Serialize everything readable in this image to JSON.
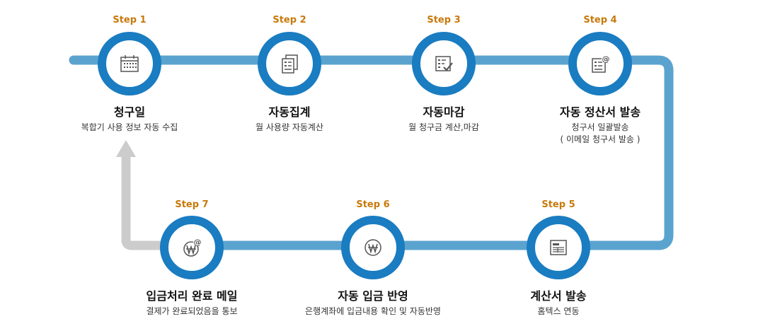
{
  "steps": [
    {
      "step": "Step 1",
      "title": "청구일",
      "desc": [
        "복합기 사용 정보 자동 수집"
      ],
      "icon": "calendar-icon"
    },
    {
      "step": "Step 2",
      "title": "자동집계",
      "desc": [
        "월 사용량 자동계산"
      ],
      "icon": "documents-icon"
    },
    {
      "step": "Step 3",
      "title": "자동마감",
      "desc": [
        "월 청구금 계산,마감"
      ],
      "icon": "checklist-icon"
    },
    {
      "step": "Step 4",
      "title": "자동 정산서 발송",
      "desc": [
        "청구서 일괄발송",
        "( 이메일 청구서 발송 )"
      ],
      "icon": "document-email-icon"
    },
    {
      "step": "Step 5",
      "title": "계산서 발송",
      "desc": [
        "홈텍스 연동"
      ],
      "icon": "invoice-icon"
    },
    {
      "step": "Step 6",
      "title": "자동 입금 반영",
      "desc": [
        "은행계좌에 입금내용 확인 및 자동반영"
      ],
      "icon": "won-coin-icon"
    },
    {
      "step": "Step 7",
      "title": "입금처리 완료 메일",
      "desc": [
        "결제가 완료되었음을 통보"
      ],
      "icon": "won-email-icon"
    }
  ],
  "colors": {
    "flow_line": "#5ba3cf",
    "node_ring": "#1a7cc1",
    "return_arrow": "#cccccc",
    "step_label": "#c8790a"
  }
}
